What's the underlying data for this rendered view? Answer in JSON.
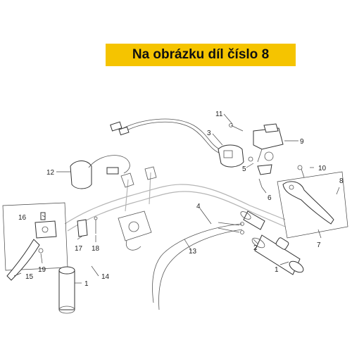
{
  "banner": {
    "text": "Na obrázku díl číslo 8",
    "color": "#f5c400"
  },
  "callouts": {
    "c1a": "1",
    "c1b": "1",
    "c2": "2",
    "c3": "3",
    "c4": "4",
    "c5": "5",
    "c6": "6",
    "c7": "7",
    "c8": "8",
    "c9": "9",
    "c10": "10",
    "c11": "11",
    "c12": "12",
    "c13": "13",
    "c14": "14",
    "c15": "15",
    "c16": "16",
    "c17": "17",
    "c18": "18",
    "c19": "19"
  }
}
